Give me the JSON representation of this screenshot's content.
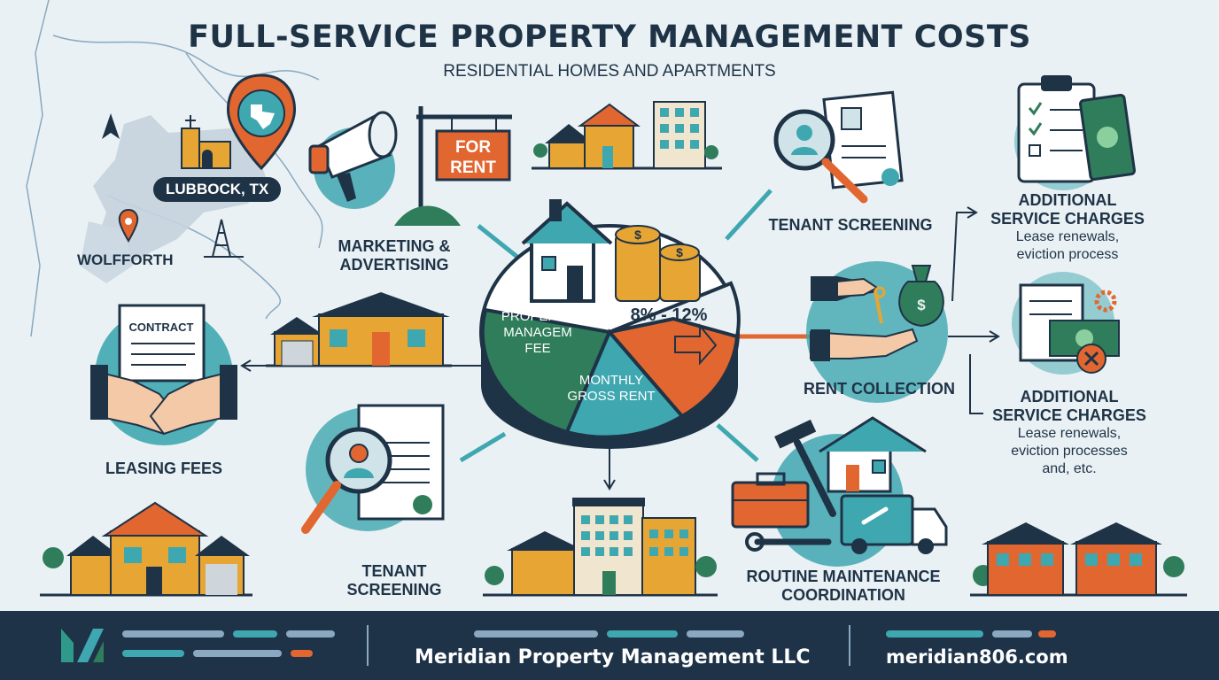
{
  "header": {
    "title": "FULL-SERVICE PROPERTY MANAGEMENT COSTS",
    "subtitle": "RESIDENTIAL HOMES AND APARTMENTS"
  },
  "map": {
    "city_pill": "LUBBOCK, TX",
    "town_label": "WOLFFORTH"
  },
  "sign": {
    "line1": "FOR",
    "line2": "RENT"
  },
  "contract_doc_label": "CONTRACT",
  "pie": {
    "segment_fee": "PROPERTY MANAGEM FEE",
    "segment_fee_line1": "PROPERTY",
    "segment_fee_line2": "MANAGEM",
    "segment_fee_line3": "FEE",
    "rate_label": "8% - 12%",
    "base_line1": "MONTHLY",
    "base_line2": "GROSS RENT"
  },
  "labels": {
    "marketing": [
      "MARKETING &",
      "ADVERTISING"
    ],
    "tenant_screening_top": "TENANT SCREENING",
    "leasing_fees": "LEASING FEES",
    "tenant_screening_bottom": [
      "TENANT",
      "SCREENING"
    ],
    "rent_collection": "RENT COLLECTION",
    "maintenance": [
      "ROUTINE MAINTENANCE",
      "COORDINATION"
    ],
    "additional_1": {
      "title": [
        "ADDITIONAL",
        "SERVICE CHARGES"
      ],
      "notes": [
        "Lease renewals,",
        "eviction process"
      ]
    },
    "additional_2": {
      "title": [
        "ADDITIONAL",
        "SERVICE CHARGES"
      ],
      "notes": [
        "Lease renewals,",
        "eviction processes",
        "and, etc."
      ]
    }
  },
  "footer": {
    "company": "Meridian Property Management LLC",
    "url": "meridian806.com"
  },
  "colors": {
    "navy": "#1f3347",
    "teal": "#3fa7b0",
    "green": "#2f7d5a",
    "orange": "#e2662f",
    "gold": "#e7a534",
    "background": "#e9f1f4"
  },
  "icons": [
    "location-pin-icon",
    "megaphone-icon",
    "for-rent-sign-icon",
    "houses-icon",
    "magnifier-icon",
    "clipboard-checklist-icon",
    "money-bag-icon",
    "handshake-icon",
    "toolbox-icon",
    "van-icon",
    "coins-icon"
  ]
}
